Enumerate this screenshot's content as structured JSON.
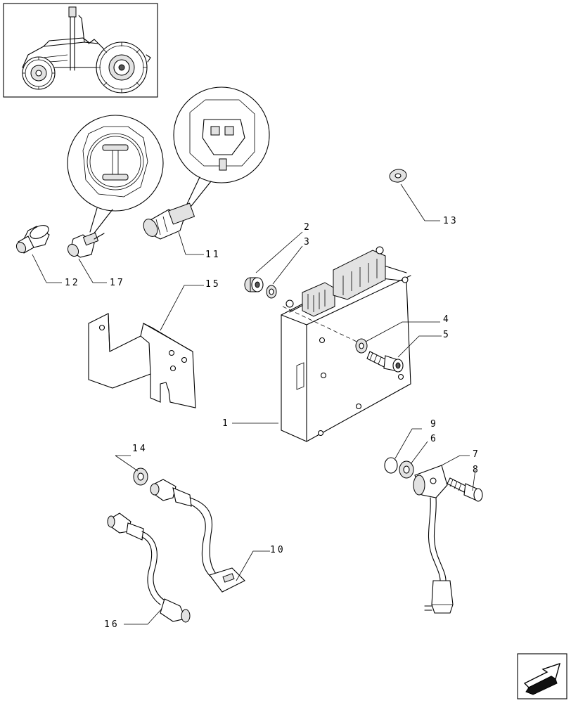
{
  "callouts": {
    "c1": "1",
    "c2": "2",
    "c3": "3",
    "c4": "4",
    "c5": "5",
    "c6": "6",
    "c7": "7",
    "c8": "8",
    "c9": "9",
    "c10": "10",
    "c11": "11",
    "c12": "12",
    "c13": "13",
    "c14": "14",
    "c15": "15",
    "c16": "16",
    "c17": "17"
  },
  "icons": {
    "thumbnail": "tractor-location-thumbnail",
    "nav": "next-page-arrow-icon"
  }
}
